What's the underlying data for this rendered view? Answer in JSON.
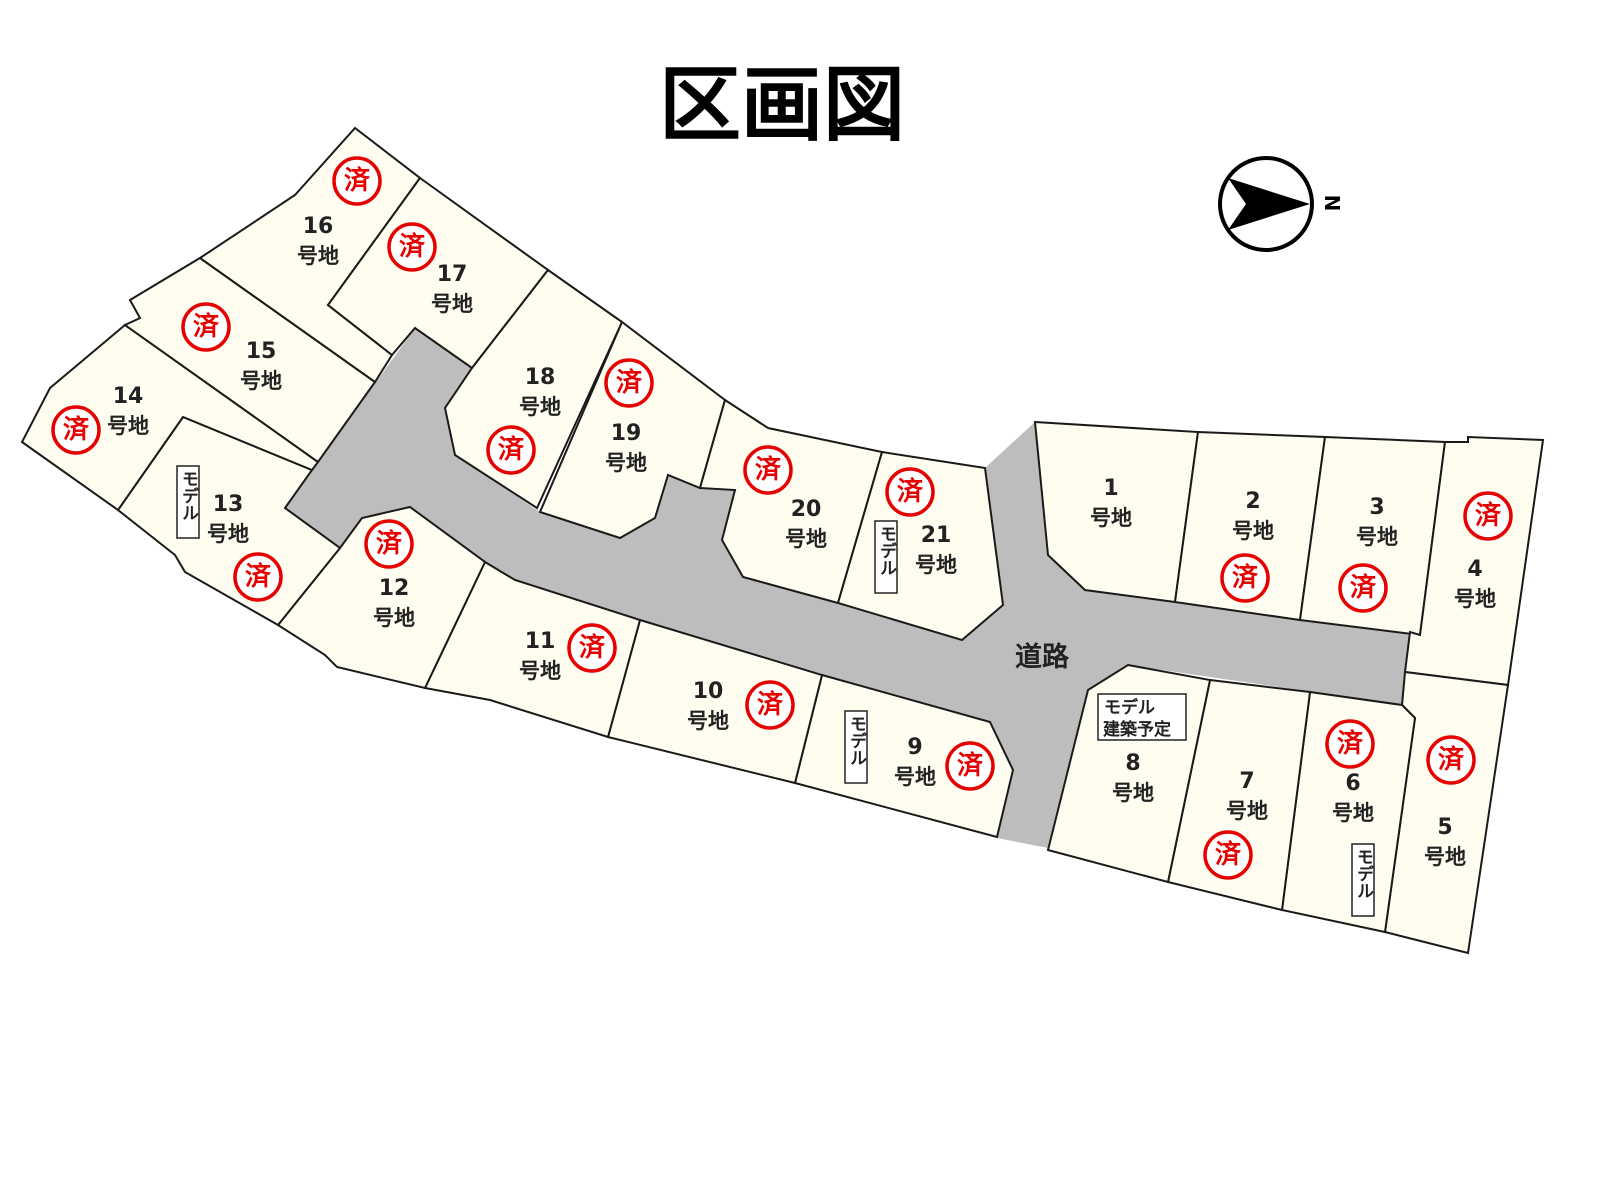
{
  "title": "区画図",
  "compass": {
    "label": "N",
    "icon": "north-arrow-icon"
  },
  "road_label": "道路",
  "lot_suffix": "号地",
  "stamp_label": "済",
  "model_label": "モデル",
  "model_planned_label": "建築予定",
  "colors": {
    "lot_fill": "#fffdf0",
    "road": "#bdbdbd",
    "sold_stamp": "#e60000"
  },
  "lots": [
    {
      "number": "1",
      "sold": false
    },
    {
      "number": "2",
      "sold": true
    },
    {
      "number": "3",
      "sold": true
    },
    {
      "number": "4",
      "sold": true
    },
    {
      "number": "5",
      "sold": true
    },
    {
      "number": "6",
      "sold": true,
      "model": true
    },
    {
      "number": "7",
      "sold": true
    },
    {
      "number": "8",
      "sold": false,
      "model_planned": true
    },
    {
      "number": "9",
      "sold": true,
      "model": true
    },
    {
      "number": "10",
      "sold": true
    },
    {
      "number": "11",
      "sold": true
    },
    {
      "number": "12",
      "sold": true
    },
    {
      "number": "13",
      "sold": true,
      "model": true
    },
    {
      "number": "14",
      "sold": true
    },
    {
      "number": "15",
      "sold": true
    },
    {
      "number": "16",
      "sold": true
    },
    {
      "number": "17",
      "sold": true
    },
    {
      "number": "18",
      "sold": true
    },
    {
      "number": "19",
      "sold": true
    },
    {
      "number": "20",
      "sold": true
    },
    {
      "number": "21",
      "sold": true,
      "model": true
    }
  ]
}
